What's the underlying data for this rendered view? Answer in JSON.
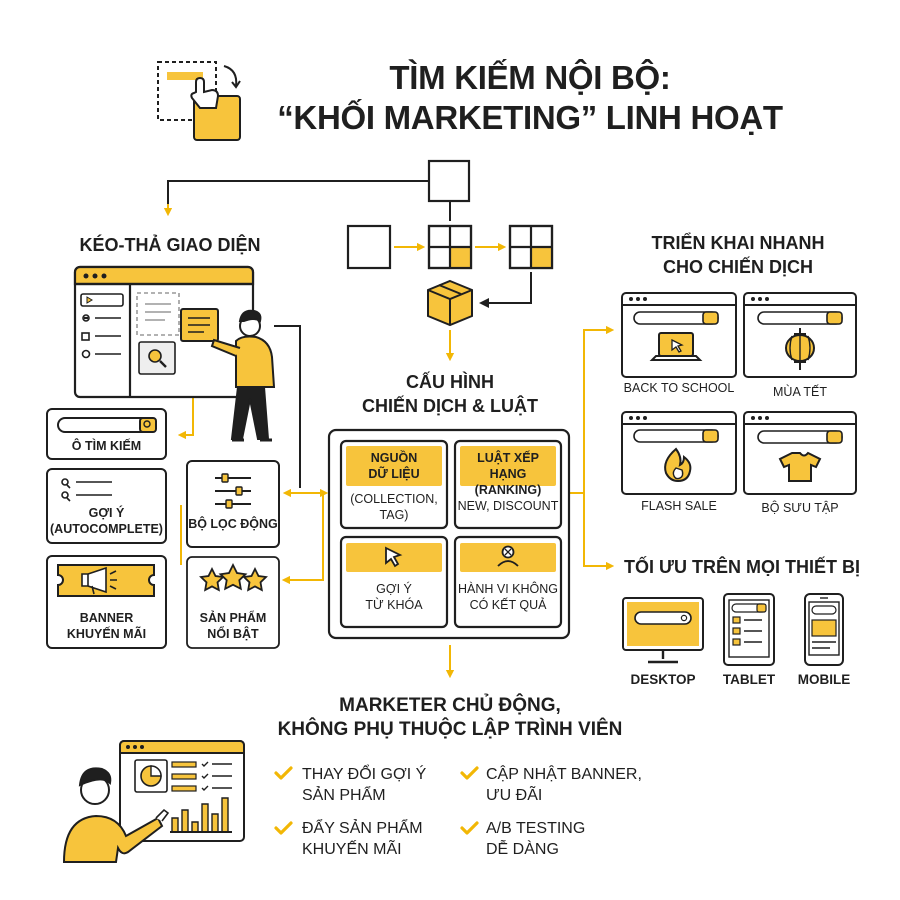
{
  "title": {
    "line1": "TÌM KIẾM NỘI BỘ:",
    "line2": "“KHỐI MARKETING” LINH HOẠT"
  },
  "drag_section": {
    "heading": "KÉO-THẢ GIAO DIỆN",
    "blocks": [
      {
        "label": "Ô TÌM KIẾM"
      },
      {
        "label": "GỢI Ý\n(AUTOCOMPLETE)"
      },
      {
        "label": "BANNER\nKHUYẾN MÃI"
      },
      {
        "label": "BỘ LỌC ĐỘNG"
      },
      {
        "label": "SẢN PHẨM\nNỔI BẬT"
      }
    ]
  },
  "config_section": {
    "heading": "CẤU HÌNH\nCHIẾN DỊCH & LUẬT",
    "cards": [
      {
        "title": "NGUỒN\nDỮ LIỆU",
        "detail": "(COLLECTION,\nTAG)"
      },
      {
        "title": "LUẬT XẾP HẠNG\n(RANKING)",
        "detail": "NEW, DISCOUNT"
      },
      {
        "title": "GỢI Ý\nTỪ KHÓA",
        "detail": ""
      },
      {
        "title": "HÀNH VI KHÔNG\nCÓ KẾT QUẢ",
        "detail": ""
      }
    ]
  },
  "deploy_section": {
    "heading": "TRIỂN KHAI NHANH\nCHO CHIẾN DỊCH",
    "campaigns": [
      {
        "label": "BACK TO SCHOOL",
        "icon": "laptop-icon"
      },
      {
        "label": "MÙA TẾT",
        "icon": "lantern-icon"
      },
      {
        "label": "FLASH SALE",
        "icon": "flame-icon"
      },
      {
        "label": "BỘ SƯU TẬP",
        "icon": "tshirt-icon"
      }
    ]
  },
  "devices_section": {
    "heading": "TỐI ƯU TRÊN MỌI THIẾT BỊ",
    "devices": [
      {
        "label": "DESKTOP"
      },
      {
        "label": "TABLET"
      },
      {
        "label": "MOBILE"
      }
    ]
  },
  "marketer_section": {
    "heading": "MARKETER CHỦ ĐỘNG,\nKHÔNG PHỤ THUỘC LẬP TRÌNH VIÊN",
    "benefits": [
      {
        "text": "THAY ĐỔI GỢI Ý\nSẢN PHẨM"
      },
      {
        "text": "CẬP NHẬT BANNER,\nƯU ĐÃI"
      },
      {
        "text": "ĐẨY SẢN PHẨM\nKHUYẾN MÃI"
      },
      {
        "text": "A/B TESTING\nDỄ DÀNG"
      }
    ]
  },
  "colors": {
    "accent": "#F7C43C",
    "ink": "#1F1F1F",
    "page": "#FFFFFF",
    "muted": "#7A7A7A"
  }
}
